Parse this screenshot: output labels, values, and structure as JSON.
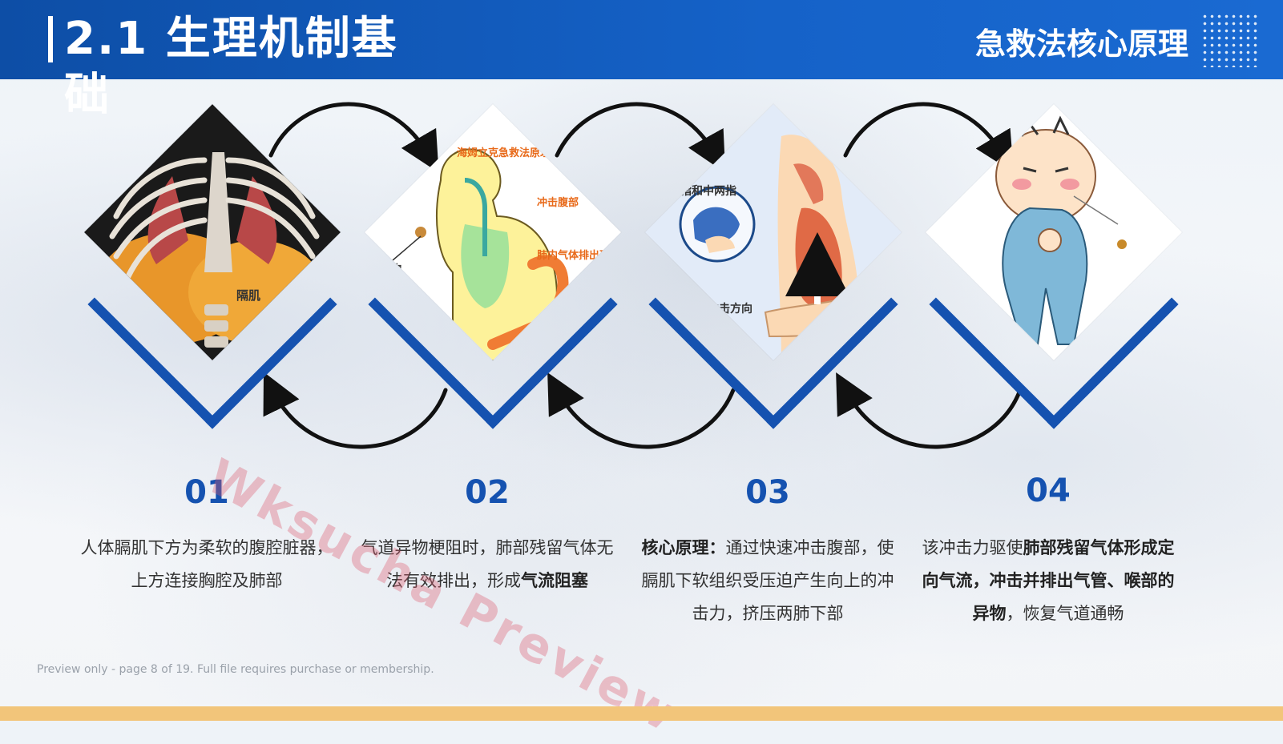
{
  "header": {
    "title": "2.1  生理机制基础",
    "section": "急救法核心原理"
  },
  "steps": [
    {
      "number": "01",
      "image_label": "隔肌",
      "desc_parts": [
        {
          "text": "人体膈肌下方为柔软的腹腔脏器，上方连接胸腔及肺部",
          "bold": false
        }
      ]
    },
    {
      "number": "02",
      "image_labels": [
        "海姆立克急救法原理",
        "冲击腹部",
        "肺内气体排出形成",
        "异物"
      ],
      "desc_parts": [
        {
          "text": "气道异物梗阻时，肺部残留气体无法有效排出，形成",
          "bold": false
        },
        {
          "text": "气流阻塞",
          "bold": true
        }
      ]
    },
    {
      "number": "03",
      "image_labels": [
        "食指和中两指",
        "冲击方向"
      ],
      "desc_parts": [
        {
          "text": "核心原理：",
          "bold": true
        },
        {
          "text": "通过快速冲击腹部，使膈肌下软组织受压迫产生向上的冲击力，挤压两肺下部",
          "bold": false
        }
      ]
    },
    {
      "number": "04",
      "desc_parts": [
        {
          "text": "该冲击力驱使",
          "bold": false
        },
        {
          "text": "肺部残留气体形成定向气流，冲击并排出气管、喉部的异物",
          "bold": true
        },
        {
          "text": "，恢复气道通畅",
          "bold": false
        }
      ]
    }
  ],
  "watermark": "Wksucha Preview",
  "footer_note": "Preview only - page 8 of 19. Full file requires purchase or membership.",
  "colors": {
    "primary": "#1552b0",
    "header": "#0d4ea6",
    "accent_strip": "#f2c57a"
  }
}
